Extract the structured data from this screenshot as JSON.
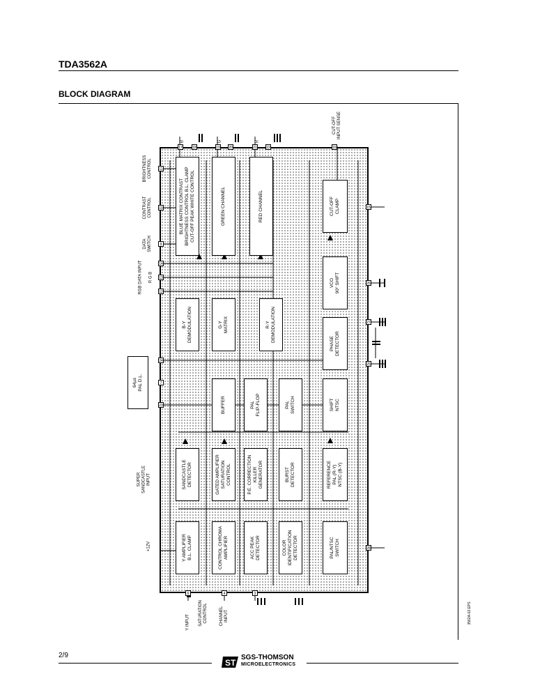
{
  "header": {
    "title": "TDA3562A"
  },
  "section": {
    "title": "BLOCK DIAGRAM"
  },
  "blocks": [
    {
      "id": "blue",
      "lines": [
        "BLUE MATRIX CONTRAST",
        "BRIGHTNESS CONTROL B.L. CLAMP",
        "CUT-OFF PEAK WHITE CONTROL"
      ]
    },
    {
      "id": "green",
      "lines": [
        "GREEN CHANNEL"
      ]
    },
    {
      "id": "red",
      "lines": [
        "RED CHANNEL"
      ]
    },
    {
      "id": "cutoff",
      "lines": [
        "CUT-OFF",
        "CLAMP"
      ]
    },
    {
      "id": "vco",
      "lines": [
        "VCO",
        "90° SHIFT"
      ]
    },
    {
      "id": "phase",
      "lines": [
        "PHASE",
        "DETECTOR"
      ]
    },
    {
      "id": "by",
      "lines": [
        "B-Y",
        "DEMODULATION"
      ]
    },
    {
      "id": "gy",
      "lines": [
        "G-Y",
        "MATRIX"
      ]
    },
    {
      "id": "ry",
      "lines": [
        "R-Y",
        "DEMODULATION"
      ]
    },
    {
      "id": "buffer",
      "lines": [
        "BUFFER"
      ]
    },
    {
      "id": "palff",
      "lines": [
        "PAL",
        "FLIP-FLOP"
      ]
    },
    {
      "id": "palsw",
      "lines": [
        "PAL",
        "SWITCH"
      ]
    },
    {
      "id": "shift",
      "lines": [
        "SHIFT",
        "NTSC"
      ]
    },
    {
      "id": "sandcastle",
      "lines": [
        "SANDCASTLE",
        "DETECTOR"
      ]
    },
    {
      "id": "gated",
      "lines": [
        "GATED AMPLIFIER",
        "SATURATION",
        "CONTROL"
      ]
    },
    {
      "id": "pe",
      "lines": [
        "P.E. CORRECTION",
        "KILLER",
        "GENERATOR"
      ]
    },
    {
      "id": "burst",
      "lines": [
        "BURST",
        "DETECTOR"
      ]
    },
    {
      "id": "reference",
      "lines": [
        "REFERENCE",
        "PAL (R-Y)",
        "NTSC (B-Y)"
      ]
    },
    {
      "id": "yamp",
      "lines": [
        "Y AMPLIFIER",
        "B.L. CLAMP"
      ]
    },
    {
      "id": "control",
      "lines": [
        "CONTROL CHROMA",
        "AMPLIFIER"
      ]
    },
    {
      "id": "acc",
      "lines": [
        "ACC PEAK",
        "DETECTOR"
      ]
    },
    {
      "id": "colorid",
      "lines": [
        "COLOR",
        "IDENTIFICATION",
        "DETECTOR"
      ]
    },
    {
      "id": "palntsc",
      "lines": [
        "PAL/NTSC",
        "SWITCH"
      ]
    }
  ],
  "external_block": {
    "lines": [
      "64µs",
      "PAL D.L."
    ]
  },
  "labels": {
    "brightness": [
      "BRIGHTNESS",
      "CONTROL"
    ],
    "contrast": [
      "CONTRAST",
      "CONTROL"
    ],
    "data_switch": [
      "DATA",
      "SWITCH"
    ],
    "rgb_input": [
      "R    G    B"
    ],
    "rgb_data": [
      "RGB DATA INPUT"
    ],
    "supersand": [
      "SUPER",
      "SANDCASTLE",
      "INPUT"
    ],
    "plus12": [
      "+12V"
    ],
    "y_input": [
      "Y INPUT"
    ],
    "saturation": [
      "SATURATION",
      "CONTROL"
    ],
    "chroma_input": [
      "CHANNEL",
      "INPUT"
    ],
    "cutoff_sense": [
      "CUT-OFF",
      "INPUT SENSE"
    ],
    "out_b": [
      "B"
    ],
    "out_g": [
      "G"
    ],
    "out_r": [
      "R"
    ]
  },
  "footer": {
    "page": "2/9",
    "brand": "SGS-THOMSON",
    "brand_sub": "MICROELECTRONICS",
    "code": "3562A-02.EPS"
  }
}
